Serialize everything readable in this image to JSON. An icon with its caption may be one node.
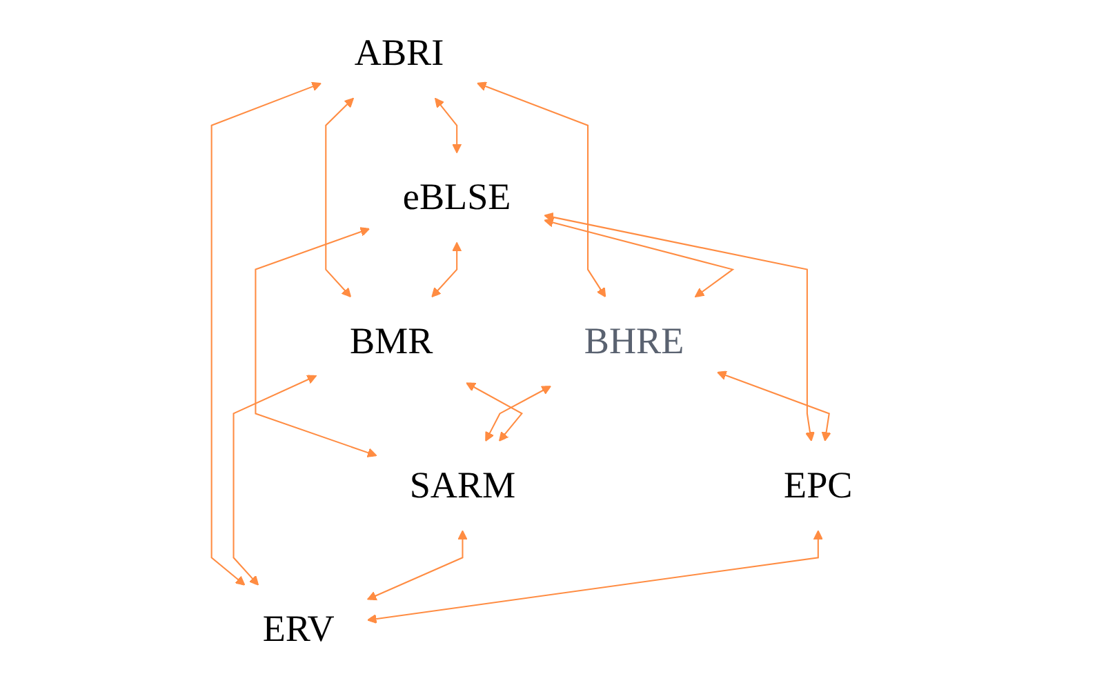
{
  "diagram": {
    "nodes": [
      {
        "text": [
          "ABRI"
        ]
      },
      {
        "text": [
          "eBLSE"
        ]
      },
      {
        "text": [
          "BHRE"
        ]
      },
      {
        "text": [
          "BMR"
        ]
      },
      {
        "text": [
          "SARM"
        ]
      },
      {
        "text": [
          "EPC"
        ]
      },
      {
        "text": [
          "ERV"
        ]
      }
    ],
    "edges": [
      {
        "from": 0,
        "to": 1,
        "arrow": "both"
      },
      {
        "from": 0,
        "to": 2,
        "arrow": "both"
      },
      {
        "from": 0,
        "to": 6,
        "arrow": "both"
      },
      {
        "from": 0,
        "to": 3,
        "arrow": "both"
      },
      {
        "from": 1,
        "to": 2,
        "arrow": "both"
      },
      {
        "from": 1,
        "to": 4,
        "arrow": "both"
      },
      {
        "from": 1,
        "to": 3,
        "arrow": "both"
      },
      {
        "from": 1,
        "to": 5,
        "arrow": "both"
      },
      {
        "from": 2,
        "to": 4,
        "arrow": "both"
      },
      {
        "from": 2,
        "to": 5,
        "arrow": "both"
      },
      {
        "from": 3,
        "to": 4,
        "arrow": "both"
      },
      {
        "from": 3,
        "to": 6,
        "arrow": "both"
      },
      {
        "from": 4,
        "to": 6,
        "arrow": "both"
      },
      {
        "from": 5,
        "to": 6,
        "arrow": "both"
      }
    ]
  }
}
